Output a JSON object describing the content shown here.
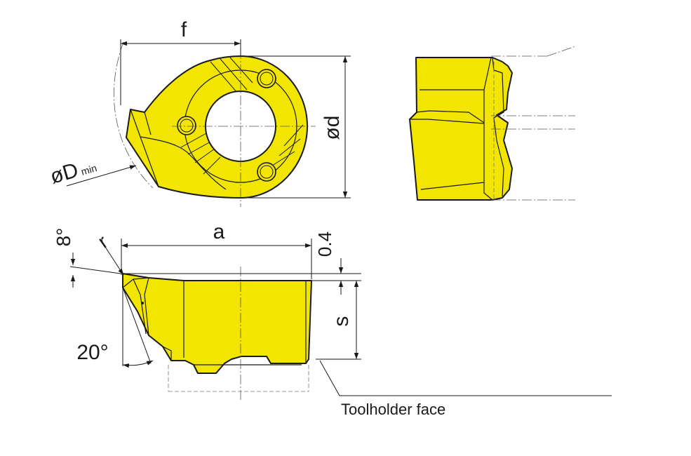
{
  "labels": {
    "f": "f",
    "d": "ød",
    "Dmin_main": "øD",
    "Dmin_sub": "min",
    "a": "a",
    "clearance": "0.4",
    "s": "s",
    "angle8": "8°",
    "r": "r",
    "angle20": "20°",
    "toolholder_face": "Toolholder face"
  },
  "colors": {
    "insert_fill": "#f2e600",
    "outline": "#1a1a1a"
  }
}
